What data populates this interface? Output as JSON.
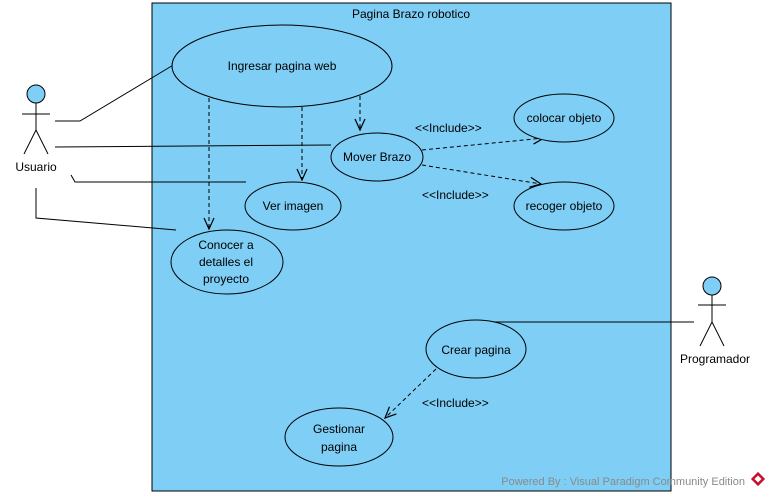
{
  "system": {
    "title": "Pagina Brazo robotico"
  },
  "actors": {
    "usuario": "Usuario",
    "programador": "Programador"
  },
  "use_cases": {
    "ingresar": "Ingresar pagina web",
    "mover": "Mover Brazo",
    "colocar": "colocar objeto",
    "recoger": "recoger objeto",
    "ver": "Ver imagen",
    "conocer": [
      "Conocer a",
      "detalles el",
      "proyecto"
    ],
    "crear": "Crear pagina",
    "gestionar": [
      "Gestionar",
      "pagina"
    ]
  },
  "relations": {
    "include_colocar": "<<Include>>",
    "include_recoger": "<<Include>>",
    "include_gestionar": "<<Include>>"
  },
  "watermark": "Powered By : Visual Paradigm Community Edition",
  "colors": {
    "system_fill": "#7ecef5",
    "usecase_fill": "#7ecef5",
    "actor_head": "#7ecef5",
    "stroke": "#000000",
    "logo": "#c8102e"
  }
}
